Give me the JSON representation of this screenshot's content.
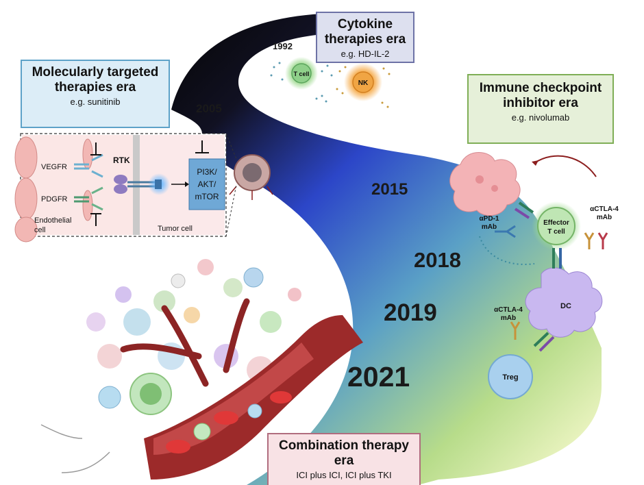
{
  "eras": {
    "cytokine": {
      "title": "Cytokine therapies era",
      "example": "e.g. HD-IL-2"
    },
    "molecular": {
      "title": "Molecularly targeted therapies era",
      "example": "e.g. sunitinib"
    },
    "checkpoint": {
      "title": "Immune checkpoint inhibitor era",
      "example": "e.g. nivolumab"
    },
    "combination": {
      "title": "Combination therapy era",
      "example": "ICI plus ICI, ICI plus TKI"
    }
  },
  "years": [
    "1992",
    "2005",
    "2015",
    "2018",
    "2019",
    "2021"
  ],
  "inset": {
    "vegfr": "VEGFR",
    "pdgfr": "PDGFR",
    "rtk": "RTK",
    "pathway": [
      "PI3K/",
      "AKT/",
      "mTOR"
    ],
    "endothelial": [
      "Endothelial",
      "cell"
    ],
    "tumor": "Tumor cell"
  },
  "cells": {
    "tcell": "T cell",
    "nk": "NK",
    "effector": [
      "Effector",
      "T cell"
    ],
    "dc": "DC",
    "treg": "Treg"
  },
  "antibodies": {
    "apd1": [
      "αPD-1",
      "mAb"
    ],
    "actla4_right": [
      "αCTLA-4",
      "mAb"
    ],
    "actla4_left": [
      "αCTLA-4",
      "mAb"
    ]
  },
  "colors": {
    "road_dark": "#0b0b0b",
    "road_blue": "#2a44c2",
    "road_green": "#a8d86a",
    "vessel": "#9c2a2a",
    "effector": "#bfe6b4",
    "dc": "#c9b8f0",
    "treg": "#a9d0ee"
  }
}
